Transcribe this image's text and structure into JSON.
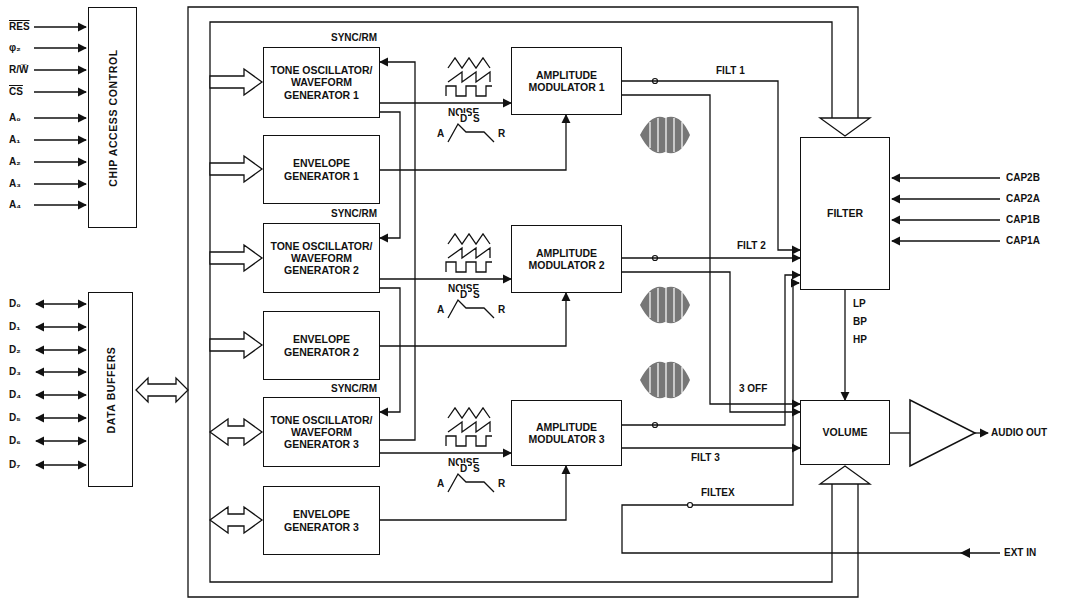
{
  "diagram": {
    "nodes": [
      {
        "text": [
          "CHIP ACCESS CONTROL"
        ]
      },
      {
        "text": [
          "DATA BUFFERS"
        ]
      },
      {
        "text": [
          "TONE OSCILLATOR/ WAVEFORM GENERATOR 1"
        ]
      },
      {
        "text": [
          "ENVELOPE GENERATOR 1"
        ]
      },
      {
        "text": [
          "TONE OSCILLATOR/ WAVEFORM GENERATOR 2"
        ]
      },
      {
        "text": [
          "ENVELOPE GENERATOR 2"
        ]
      },
      {
        "text": [
          "TONE OSCILLATOR/ WAVEFORM GENERATOR 3"
        ]
      },
      {
        "text": [
          "ENVELOPE GENERATOR 3"
        ]
      },
      {
        "text": [
          "AMPLITUDE MODULATOR 1"
        ]
      },
      {
        "text": [
          "AMPLITUDE MODULATOR 2"
        ]
      },
      {
        "text": [
          "AMPLITUDE MODULATOR 3"
        ]
      },
      {
        "text": [
          "FILTER"
        ]
      },
      {
        "text": [
          "VOLUME"
        ]
      }
    ],
    "edges": [
      {
        "from": 2,
        "to": 8,
        "arrow": "to"
      },
      {
        "from": 3,
        "to": 8,
        "arrow": "to"
      },
      {
        "from": 4,
        "to": 9,
        "arrow": "to"
      },
      {
        "from": 5,
        "to": 9,
        "arrow": "to"
      },
      {
        "from": 6,
        "to": 10,
        "arrow": "to"
      },
      {
        "from": 7,
        "to": 10,
        "arrow": "to"
      },
      {
        "from": 6,
        "to": 2,
        "arrow": "to"
      },
      {
        "from": 2,
        "to": 4,
        "arrow": "to"
      },
      {
        "from": 4,
        "to": 6,
        "arrow": "to"
      },
      {
        "from": 8,
        "to": 11,
        "arrow": "to"
      },
      {
        "from": 8,
        "to": 12,
        "arrow": "to"
      },
      {
        "from": 9,
        "to": 11,
        "arrow": "to"
      },
      {
        "from": 9,
        "to": 12,
        "arrow": "to"
      },
      {
        "from": 10,
        "to": 11,
        "arrow": "to"
      },
      {
        "from": 10,
        "to": 12,
        "arrow": "to"
      },
      {
        "from": 11,
        "to": 12,
        "arrow": "to"
      }
    ],
    "labels": [
      "RES",
      "φ₂",
      "R/W̅",
      "CS",
      "A₀",
      "A₁",
      "A₂",
      "A₃",
      "A₄",
      "D₀",
      "D₁",
      "D₂",
      "D₃",
      "D₄",
      "D₅",
      "D₆",
      "D₇",
      "SYNC/RM",
      "NOISE",
      "A",
      "D",
      "S",
      "R",
      "SYNC/RM",
      "NOISE",
      "A",
      "D",
      "S",
      "R",
      "SYNC/RM",
      "NOISE",
      "A",
      "D",
      "S",
      "R",
      "FILT 1",
      "FILT 2",
      "3 OFF",
      "FILT 3",
      "FILTEX",
      "CAP2B",
      "CAP2A",
      "CAP1B",
      "CAP1A",
      "LP",
      "BP",
      "HP",
      "AUDIO OUT",
      "EXT IN"
    ]
  }
}
